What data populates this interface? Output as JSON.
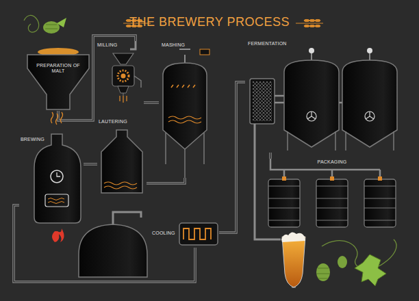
{
  "diagram": {
    "title": "THE BREWERY PROCESS",
    "nodes": [
      {
        "text": [
          "PREPARATION OF MALT"
        ]
      },
      {
        "text": [
          "MILLING"
        ]
      },
      {
        "text": [
          "MASHING"
        ]
      },
      {
        "text": [
          "FERMENTATION"
        ]
      },
      {
        "text": [
          "LAUTERING"
        ]
      },
      {
        "text": [
          "BREWING"
        ]
      },
      {
        "text": [
          "COOLING"
        ]
      },
      {
        "text": [
          "PACKAGING"
        ]
      }
    ],
    "edges": [
      {
        "from": 0,
        "to": 1,
        "arrow": "none"
      },
      {
        "from": 1,
        "to": 2,
        "arrow": "none"
      },
      {
        "from": 2,
        "to": 4,
        "arrow": "none"
      },
      {
        "from": 4,
        "to": 5,
        "arrow": "none"
      },
      {
        "from": 5,
        "to": 6,
        "arrow": "none"
      },
      {
        "from": 6,
        "to": 3,
        "arrow": "none"
      },
      {
        "from": 3,
        "to": 7,
        "arrow": "none"
      }
    ]
  }
}
